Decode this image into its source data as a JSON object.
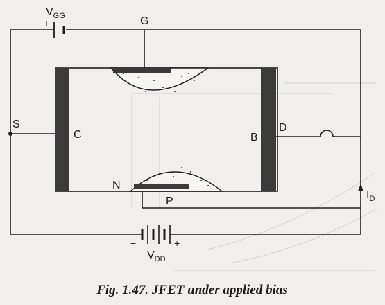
{
  "figure": {
    "caption": "Fig. 1.47. JFET under applied bias",
    "labels": {
      "vgg_main": "V",
      "vgg_sub": "GG",
      "vgg_plus": "+",
      "vgg_minus": "−",
      "gate": "G",
      "source": "S",
      "channel_left": "C",
      "channel_right": "B",
      "drain": "D",
      "n_region": "N",
      "p_region": "P",
      "id_main": "I",
      "id_sub": "D",
      "vdd_main": "V",
      "vdd_sub": "DD",
      "vdd_minus": "−",
      "vdd_plus": "+"
    }
  }
}
